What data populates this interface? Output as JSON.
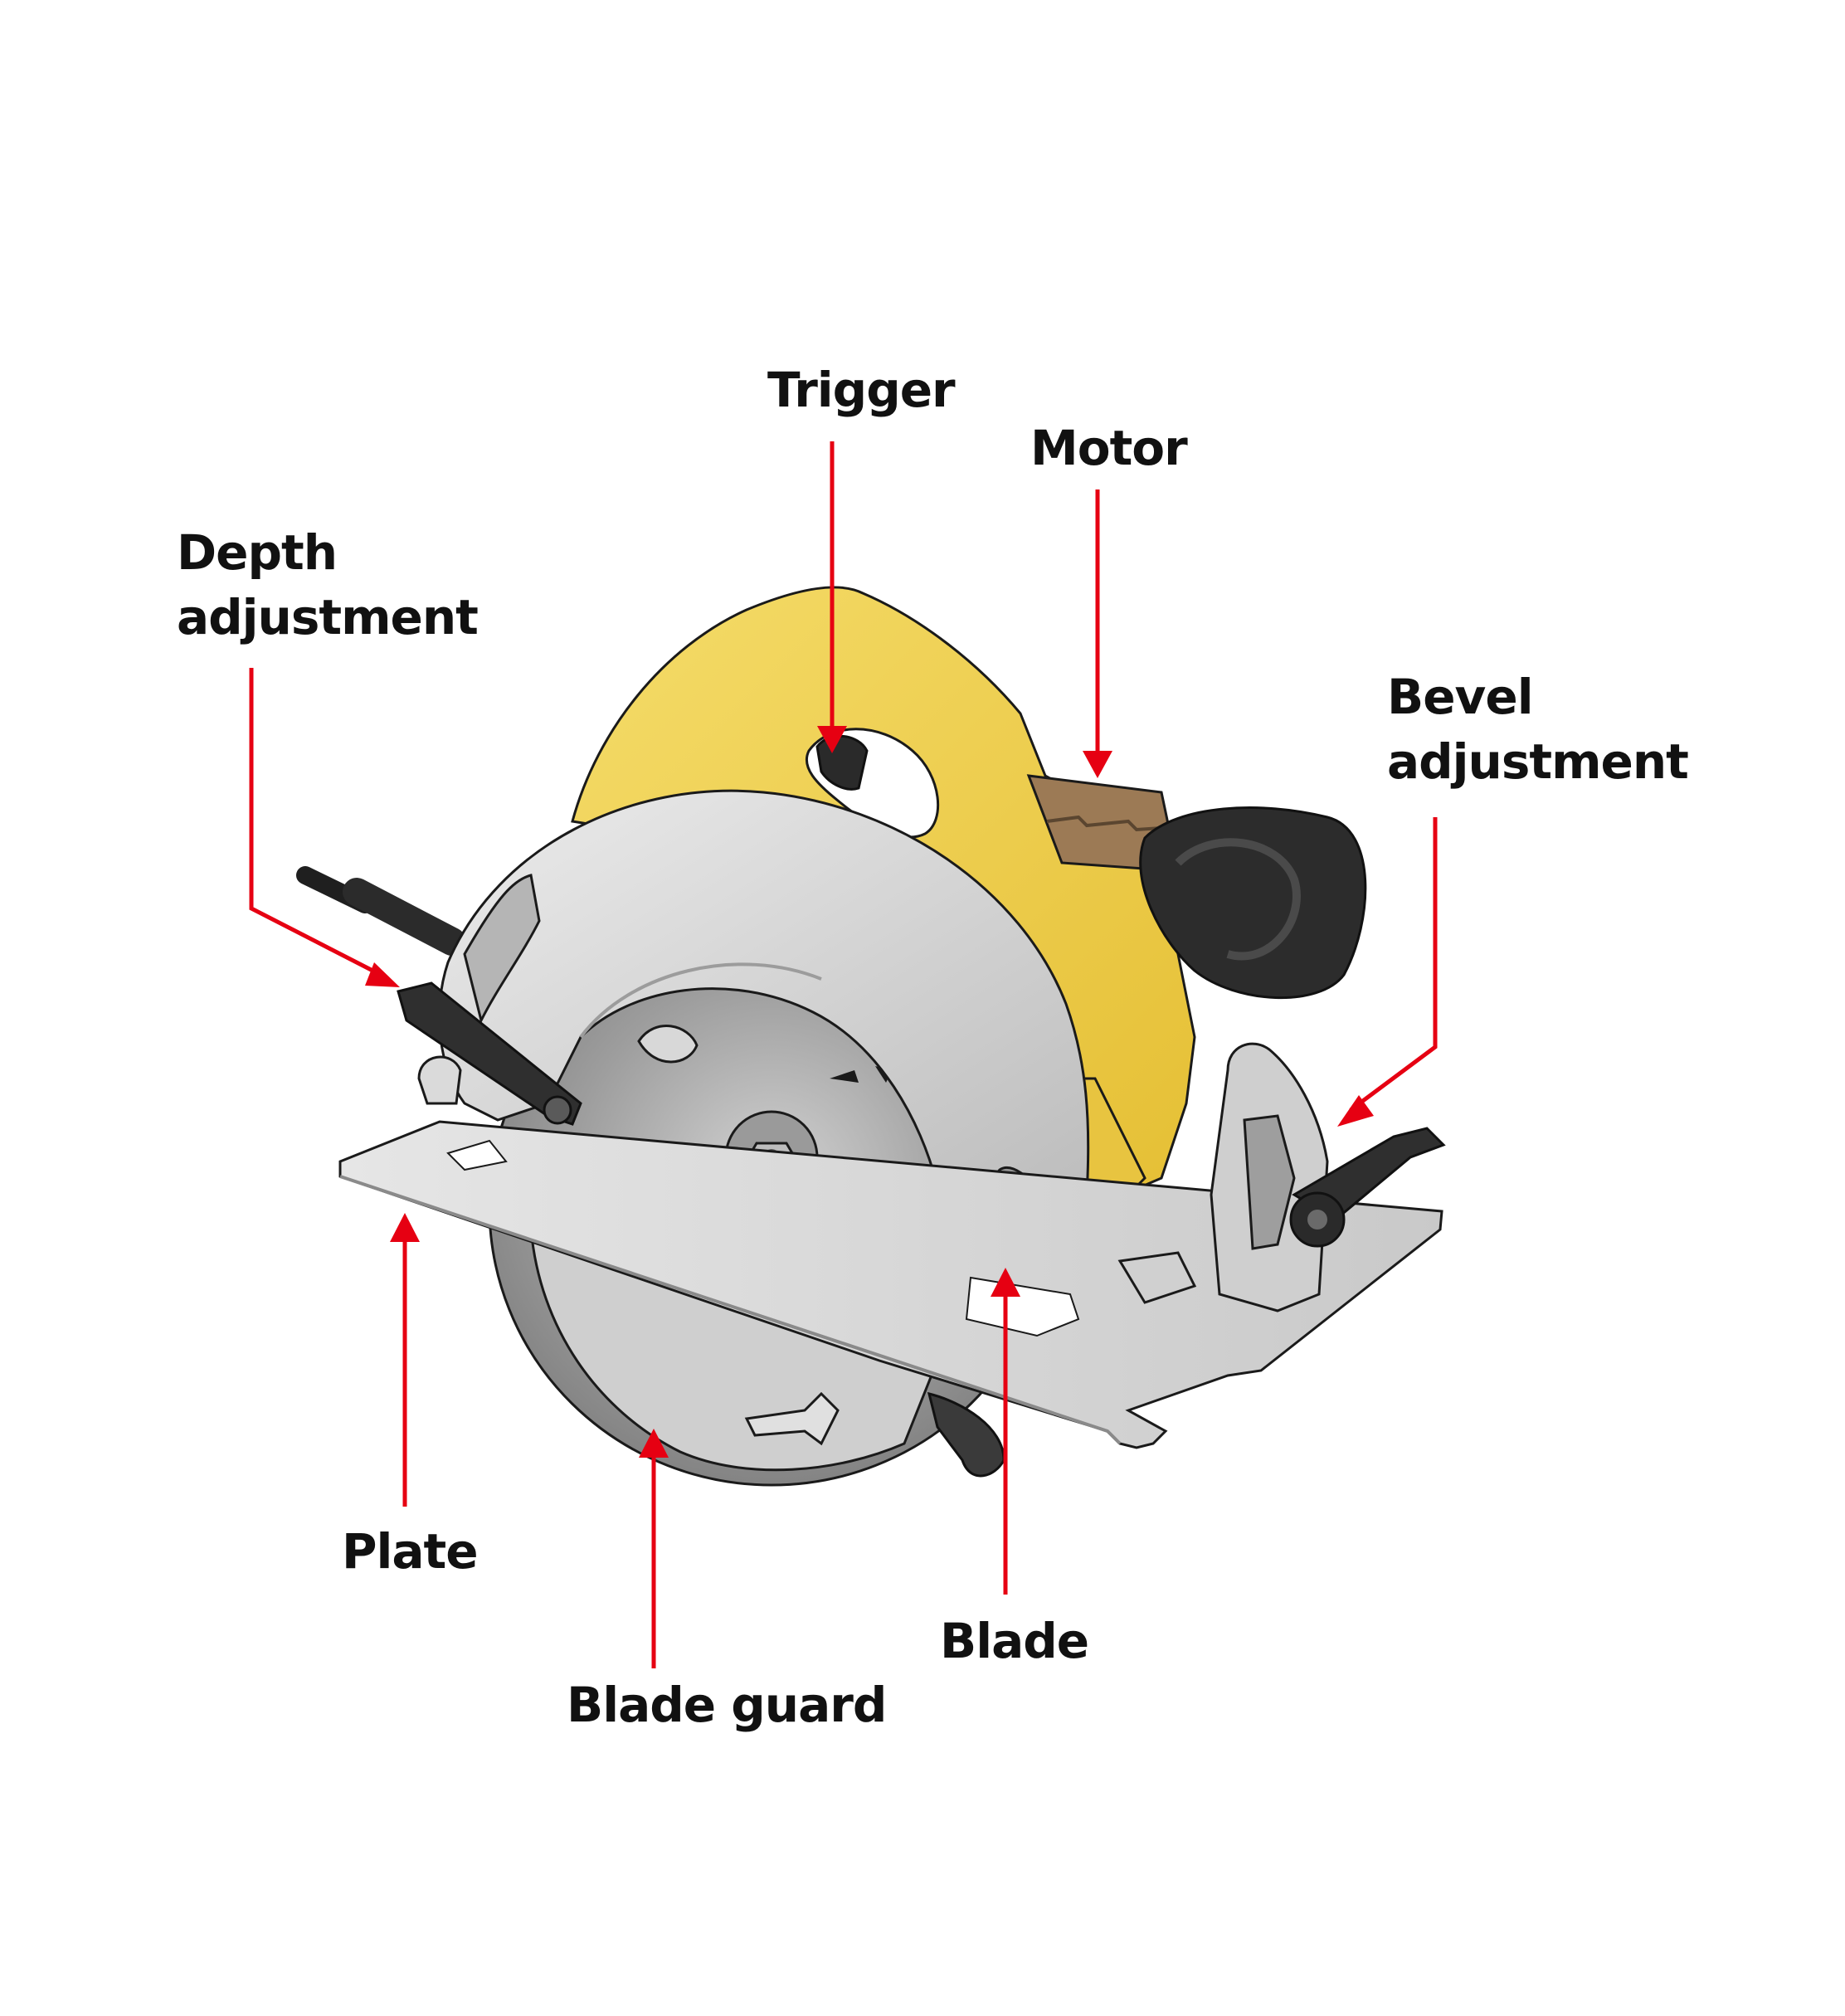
{
  "colors": {
    "arrow": "#e60012",
    "body_yellow": "#f2d55c",
    "body_yellow_dark": "#e0b92d",
    "metal_light": "#dcdcdc",
    "metal_mid": "#b7b7b7",
    "metal_dark": "#8c8c8c",
    "blade_gray": "#a8a8a8",
    "motor_brown": "#9c7a55",
    "handle_black": "#2a2a2a",
    "outline": "#1a1a1a"
  },
  "labels": {
    "trigger": "Trigger",
    "motor": "Motor",
    "depth_line1": "Depth",
    "depth_line2": "adjustment",
    "bevel_line1": "Bevel",
    "bevel_line2": "adjustment",
    "plate": "Plate",
    "blade_guard": "Blade guard",
    "blade": "Blade"
  }
}
